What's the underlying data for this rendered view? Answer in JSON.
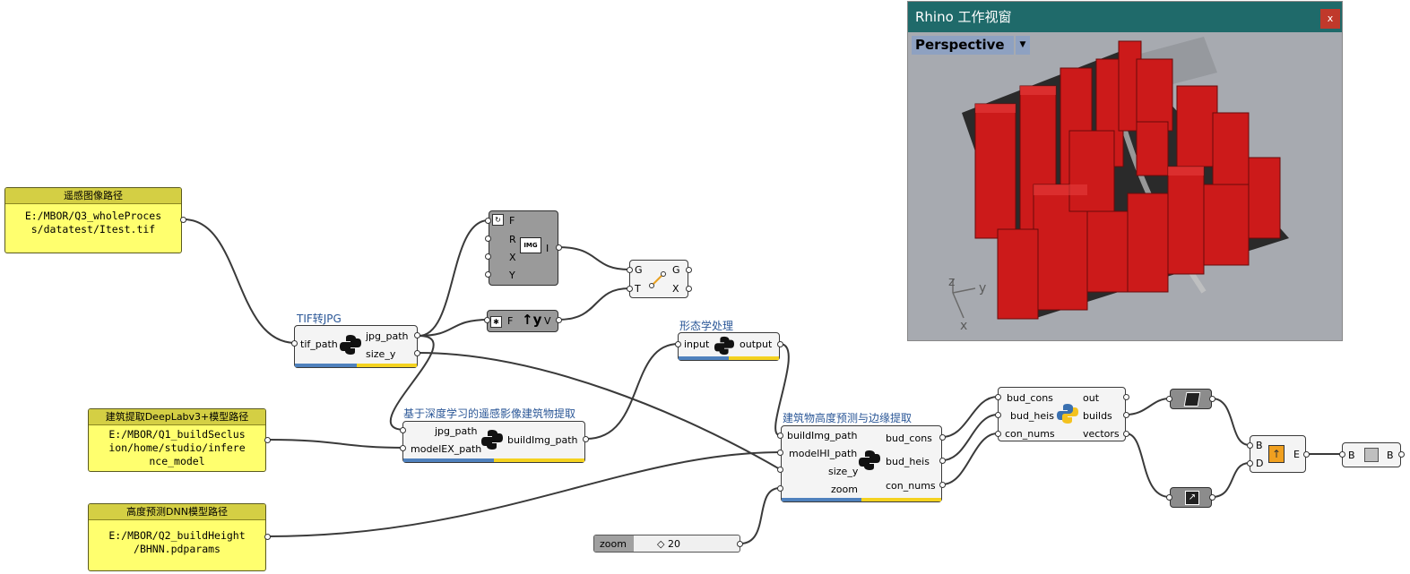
{
  "panels": {
    "remote_image": {
      "title": "遥感图像路径",
      "text": "E:/MBOR/Q3_wholeProces\ns/datatest/Itest.tif"
    },
    "build_model": {
      "title": "建筑提取DeepLabv3+模型路径",
      "text": "E:/MBOR/Q1_buildSeclus\nion/home/studio/infere\nnce_model"
    },
    "height_model": {
      "title": "高度预测DNN模型路径",
      "text": "E:/MBOR/Q2_buildHeight\n/BHNN.pdparams"
    }
  },
  "components": {
    "tif2jpg": {
      "title": "TIF转JPG",
      "in": [
        "tif_path"
      ],
      "out": [
        "jpg_path",
        "size_y"
      ]
    },
    "image_sampler": {
      "in": [
        "F",
        "R",
        "X",
        "Y"
      ],
      "out": [
        "I"
      ],
      "icon": "IMG"
    },
    "num_comp": {
      "in": [
        "F"
      ],
      "out": [
        "V"
      ],
      "icon": "y"
    },
    "move": {
      "in": [
        "G",
        "T"
      ],
      "out": [
        "G",
        "X"
      ]
    },
    "morph": {
      "title": "形态学处理",
      "in": [
        "input"
      ],
      "out": [
        "output"
      ]
    },
    "extract": {
      "title": "基于深度学习的遥感影像建筑物提取",
      "in": [
        "jpg_path",
        "modelEX_path"
      ],
      "out": [
        "buildImg_path"
      ]
    },
    "height": {
      "title": "建筑物高度预测与边缘提取",
      "in": [
        "buildImg_path",
        "modelHI_path",
        "size_y",
        "zoom"
      ],
      "out": [
        "bud_cons",
        "bud_heis",
        "con_nums"
      ]
    },
    "builder": {
      "in": [
        "bud_cons",
        "bud_heis",
        "con_nums"
      ],
      "out": [
        "out",
        "builds",
        "vectors"
      ]
    },
    "extrude": {
      "in": [
        "B",
        "D"
      ],
      "out": [
        "E"
      ]
    },
    "bake": {
      "in": [
        "B"
      ],
      "out": [
        "B"
      ]
    }
  },
  "slider": {
    "label": "zoom",
    "value": "20"
  },
  "rhino": {
    "title": "Rhino 工作视窗",
    "close": "x",
    "view": "Perspective",
    "axes": {
      "z": "z",
      "y": "y",
      "x": "x"
    }
  },
  "colors": {
    "panel": "#ffff6e",
    "panel_header": "#d4cf44",
    "title_blue": "#2b5797",
    "rhino_bar": "#1f6a6a",
    "building_red": "#cc1a1a"
  }
}
